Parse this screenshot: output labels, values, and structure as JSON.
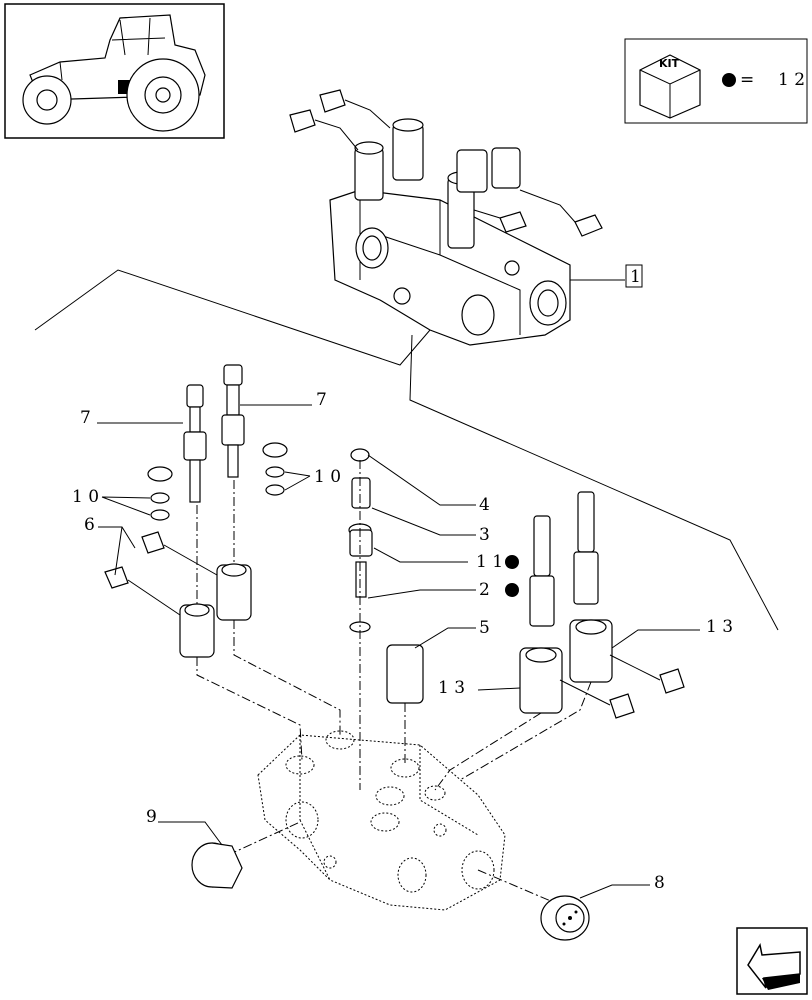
{
  "kit_legend": {
    "badge_text": "KIT",
    "equals": "=",
    "number": "1 2"
  },
  "callouts": {
    "c1": "1",
    "c7a": "7",
    "c7b": "7",
    "c10a": "1 0",
    "c10b": "1 0",
    "c6": "6",
    "c4": "4",
    "c3": "3",
    "c11": "1 1",
    "c2": "2",
    "c5": "5",
    "c13a": "1 3",
    "c13b": "1 3",
    "c9": "9",
    "c8": "8"
  },
  "icons": {
    "tractor": "tractor-thumbnail-icon",
    "kit": "kit-box-icon",
    "nav": "back-arrow-icon"
  }
}
